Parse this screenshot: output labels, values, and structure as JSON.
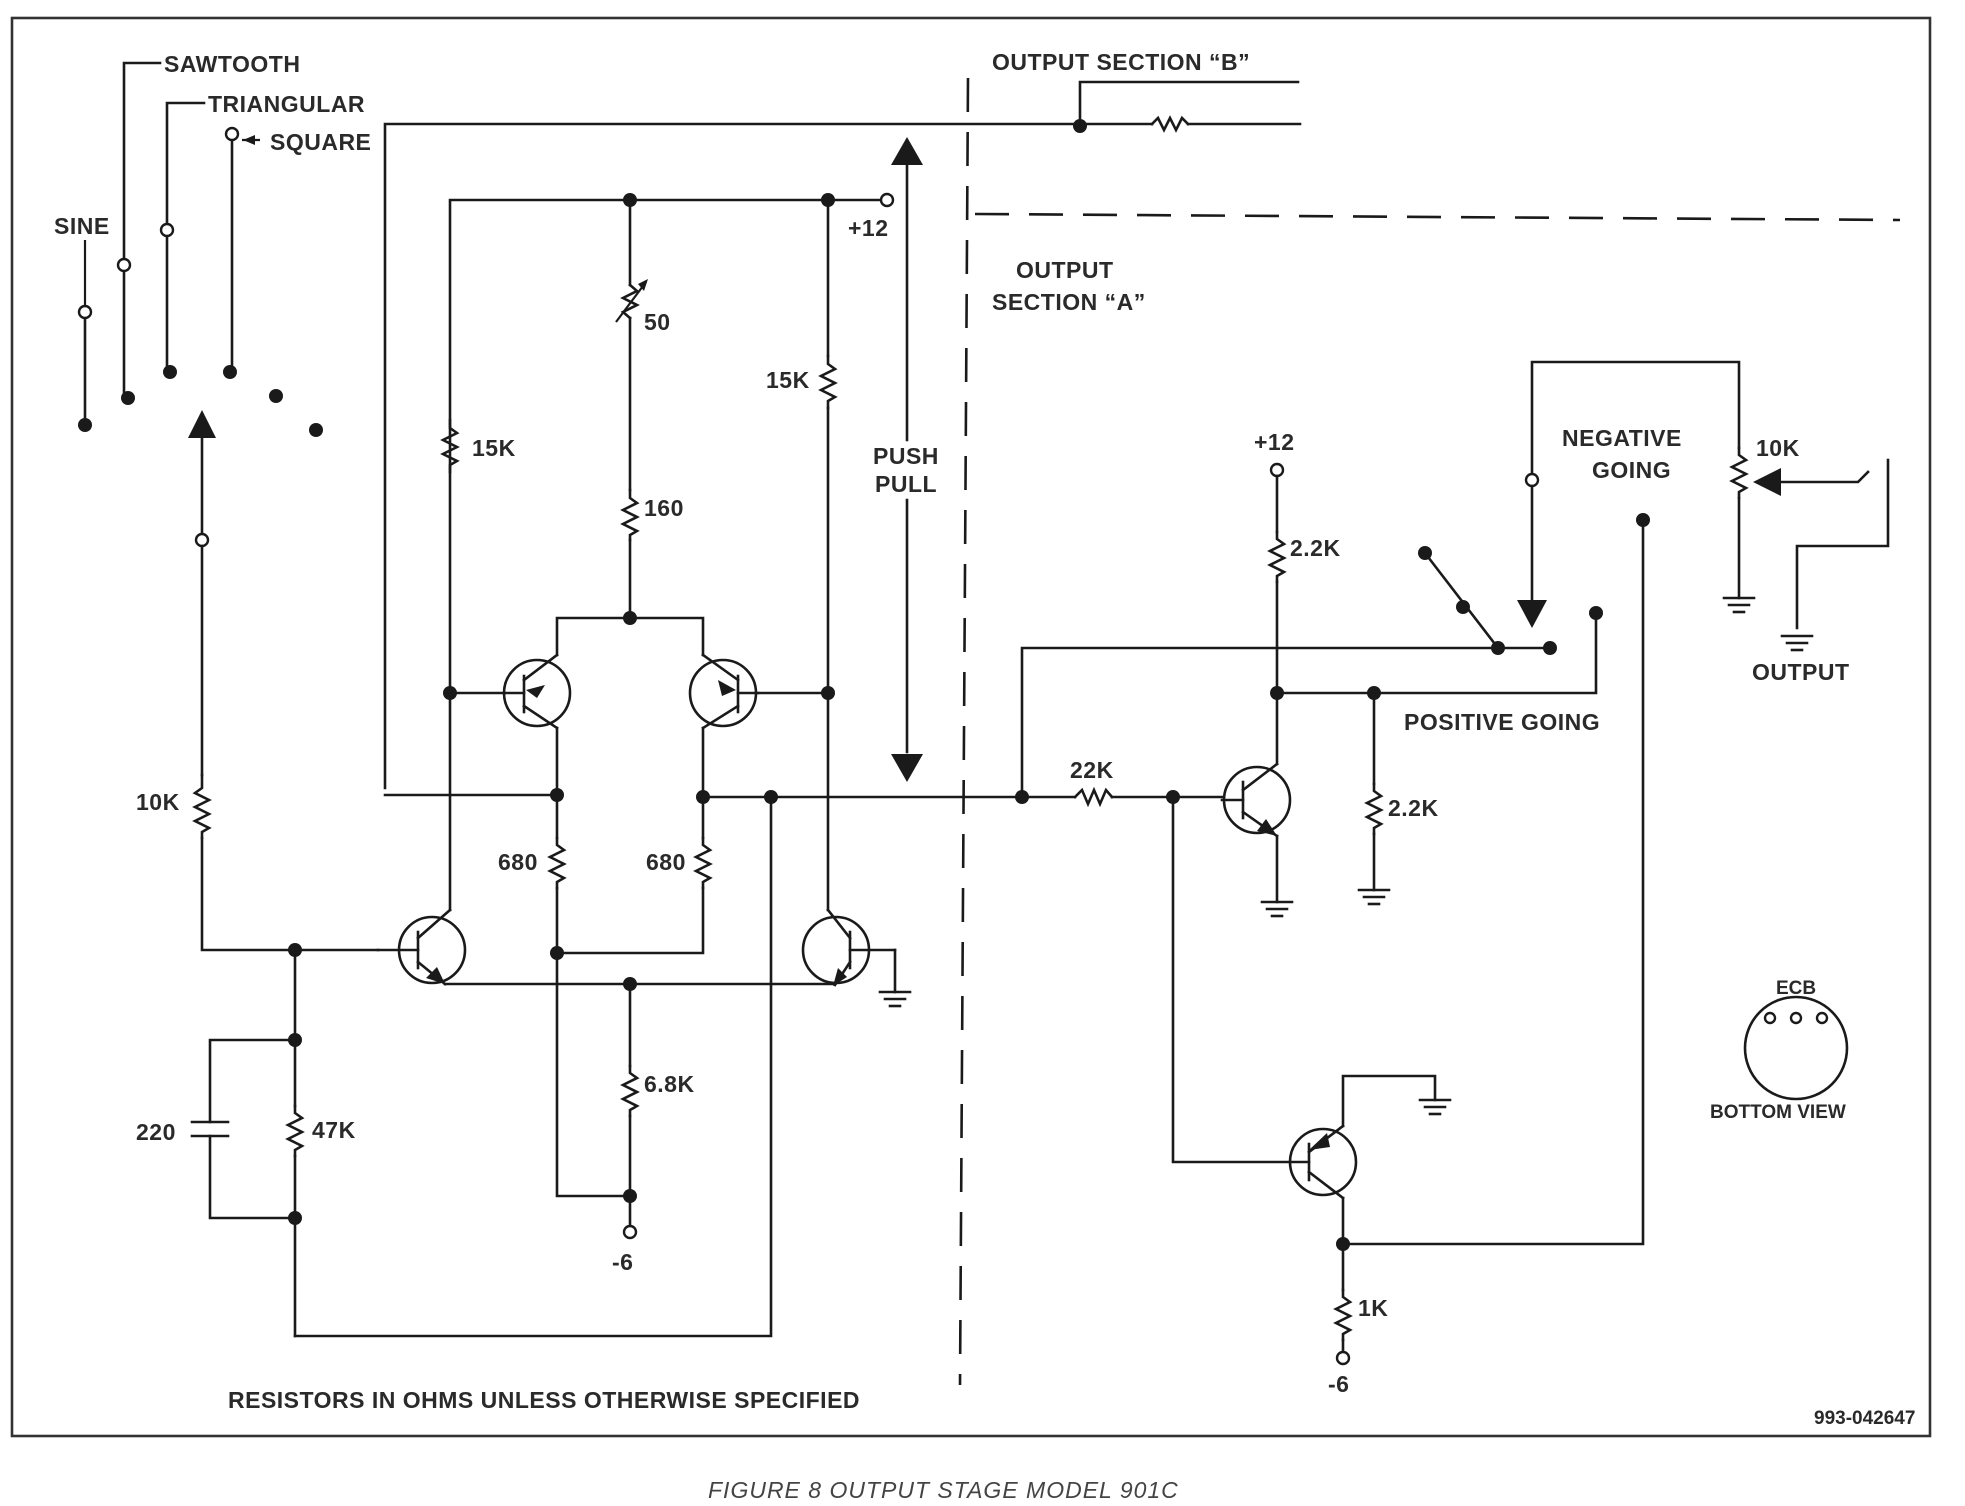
{
  "labels": {
    "sawtooth": "SAWTOOTH",
    "triangular": "TRIANGULAR",
    "square": "SQUARE",
    "sine": "SINE",
    "output_section_b": "OUTPUT SECTION “B”",
    "output_section_a_line1": "OUTPUT",
    "output_section_a_line2": "SECTION “A”",
    "plus12_top": "+12",
    "plus12_right": "+12",
    "minus6_left": "-6",
    "minus6_right": "-6",
    "r50": "50",
    "r160": "160",
    "r15k_left": "15K",
    "r15k_right": "15K",
    "r10k_left": "10K",
    "r680_left": "680",
    "r680_right": "680",
    "r6_8k": "6.8K",
    "c220": "220",
    "r47k": "47K",
    "push": "PUSH",
    "pull": "PULL",
    "r22k": "22K",
    "r2_2k_top": "2.2K",
    "r2_2k_bottom": "2.2K",
    "r1k": "1K",
    "negative": "NEGATIVE",
    "going": "GOING",
    "positive_going": "POSITIVE GOING",
    "pot10k": "10K",
    "output": "OUTPUT",
    "ecb": "ECB",
    "bottom_view": "BOTTOM VIEW",
    "resistors_note": "RESISTORS IN OHMS UNLESS OTHERWISE SPECIFIED",
    "part_number": "993-042647",
    "figure_caption": "FIGURE 8 OUTPUT STAGE MODEL 901C"
  }
}
